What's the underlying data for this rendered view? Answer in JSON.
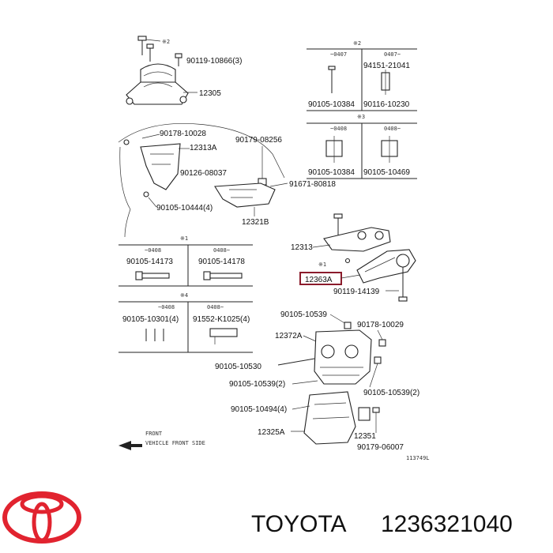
{
  "colors": {
    "ink": "#222222",
    "highlight": "#8b1c2c",
    "logo": "#e1232f",
    "background": "#ffffff"
  },
  "icons": {
    "logo": "toyota-logo-icon",
    "arrow": "vehicle-front-arrow-icon"
  },
  "diagram": {
    "top_mount": {
      "star": "※2",
      "bolt": "90119-10866(3)",
      "mount": "12305"
    },
    "table_top_1": {
      "star": "※2",
      "col_left": "~0407",
      "col_right": "0407~",
      "part_left": "90105-10384",
      "part_right_top": "94151-21041",
      "part_right": "90116-10230"
    },
    "table_top_2": {
      "star": "※3",
      "col_left": "~0408",
      "col_right": "0408~",
      "part_left": "90105-10384",
      "part_right": "90105-10469"
    },
    "left_bracket": {
      "p1": "90178-10028",
      "p2": "12313A",
      "p3": "90126-08037",
      "p4": "90105-10444(4)"
    },
    "center": {
      "p1": "90179-08256",
      "p2": "91671-80818",
      "p3": "12321B"
    },
    "table_mid": {
      "star": "※1",
      "col_left": "~0408",
      "col_right": "0408~",
      "part_left": "90105-14173",
      "part_right": "90105-14178"
    },
    "table_low": {
      "star": "※4",
      "col_left": "~0408",
      "col_right": "0408~",
      "part_left": "90105-10301(4)",
      "part_right": "91552-K1025(4)"
    },
    "rear_mount": {
      "bracket": "12313",
      "star": "※1",
      "mount": "12363A",
      "bolt": "90119-14139"
    },
    "lower_assembly": {
      "p1": "90105-10539",
      "p2": "90178-10029",
      "p3": "12372A",
      "p4": "90105-10530",
      "p5": "90105-10539(2)",
      "p6": "90105-10539(2)",
      "p7": "90105-10494(4)",
      "p8": "12325A",
      "p9": "12351",
      "p10": "90179-06007",
      "diagram_id": "113749L"
    },
    "front_marker": {
      "line1": "FRONT",
      "line2": "VEHICLE FRONT SIDE"
    }
  },
  "footer": {
    "brand": "TOYOTA",
    "part_number": "1236321040"
  }
}
